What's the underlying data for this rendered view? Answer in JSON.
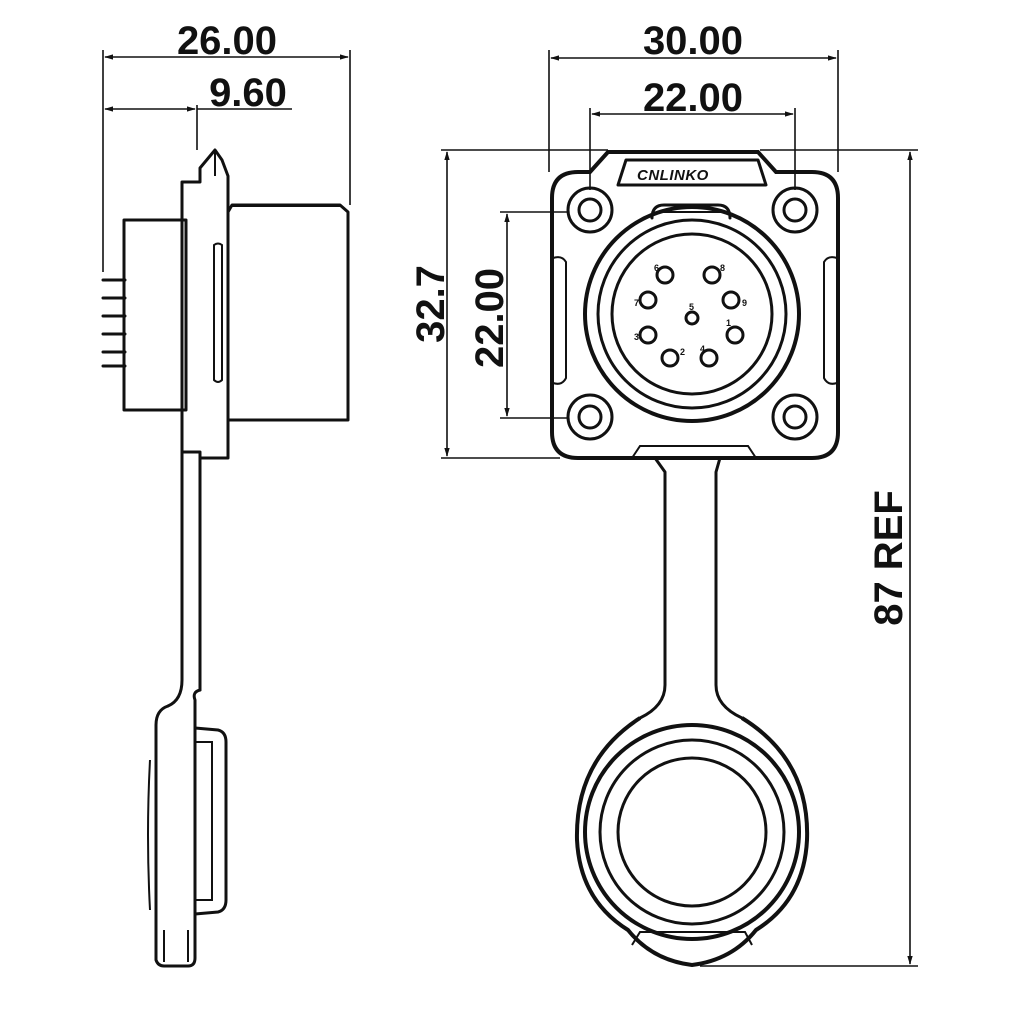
{
  "dimensions": {
    "side_overall_width": "26.00",
    "side_panel_offset": "9.60",
    "front_width": "30.00",
    "front_hole_spacing_h": "22.00",
    "front_height": "32.7",
    "front_hole_spacing_v": "22.00",
    "overall_length": "87 REF"
  },
  "logo": {
    "text": "CNLINKO"
  },
  "pins": [
    {
      "label": "6"
    },
    {
      "label": "8"
    },
    {
      "label": "7"
    },
    {
      "label": "9"
    },
    {
      "label": "3"
    },
    {
      "label": "1"
    },
    {
      "label": "2"
    },
    {
      "label": "4"
    },
    {
      "label": "5"
    }
  ],
  "colors": {
    "line": "#111111",
    "background": "#ffffff"
  }
}
